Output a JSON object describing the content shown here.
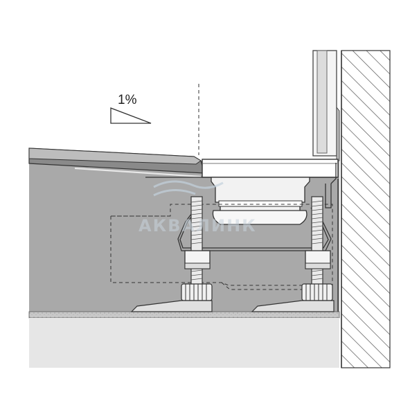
{
  "slope": {
    "label": "1%"
  },
  "watermark": {
    "text": "АКВАЛИНК"
  },
  "colors": {
    "background": "#ffffff",
    "cavity_fill": "#a9a9a9",
    "lower_floor": "#e6e6e6",
    "screed_band": "#c8c8c8",
    "tray_fill": "#8a8a8a",
    "tray_top": "#c4c4c4",
    "wall_hatch": "#555555",
    "line": "#333333",
    "watermark": "#c9d3dc"
  },
  "components": [
    "shower-tray",
    "drain-channel",
    "drain-body",
    "adjustable-leg-left",
    "adjustable-leg-right",
    "support-bracket",
    "glass-panel",
    "wall",
    "floor-screed"
  ]
}
